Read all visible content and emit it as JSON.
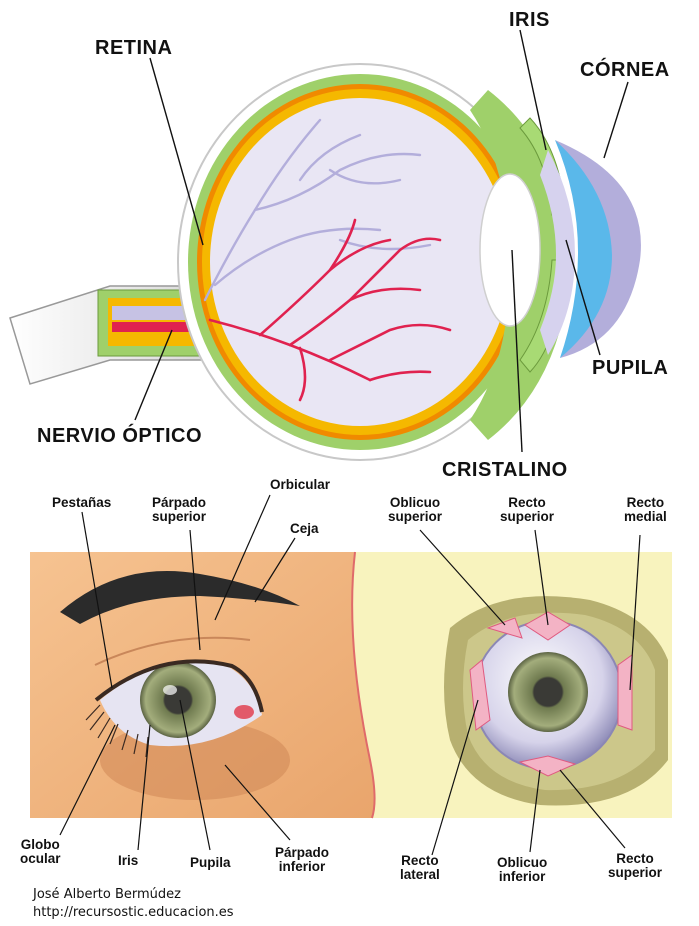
{
  "top_diagram": {
    "labels": {
      "retina": "RETINA",
      "iris": "IRIS",
      "cornea": "CÓRNEA",
      "pupila": "PUPILA",
      "nervio_optico": "NERVIO ÓPTICO",
      "cristalino": "CRISTALINO"
    }
  },
  "bottom_diagram": {
    "labels": {
      "pestanas": "Pestañas",
      "parpado_superior": "Párpado\nsuperior",
      "orbicular": "Orbicular",
      "ceja": "Ceja",
      "globo_ocular": "Globo\nocular",
      "iris": "Iris",
      "pupila": "Pupila",
      "parpado_inferior": "Párpado\ninferior",
      "oblicuo_superior": "Oblicuo\nsuperior",
      "recto_superior_top": "Recto\nsuperior",
      "recto_medial": "Recto\nmedial",
      "recto_lateral": "Recto\nlateral",
      "oblicuo_inferior": "Oblicuo\ninferior",
      "recto_superior_bottom": "Recto\nsuperior"
    }
  },
  "credits": {
    "author": "José Alberto Bermúdez",
    "url": "http://recursostic.educacion.es"
  },
  "colors": {
    "sclera_green": "#9fd06a",
    "retina_yellow": "#f5b800",
    "choroid_orange": "#f08a00",
    "vitreous": "#e9e6f4",
    "blood_vessel": "#e0224f",
    "vein": "#b3aedb",
    "cornea_blue": "#5ab8ea",
    "skin": "#f3b883",
    "orbit_bg": "#f8f3be",
    "iris_green": "#8a9663"
  }
}
